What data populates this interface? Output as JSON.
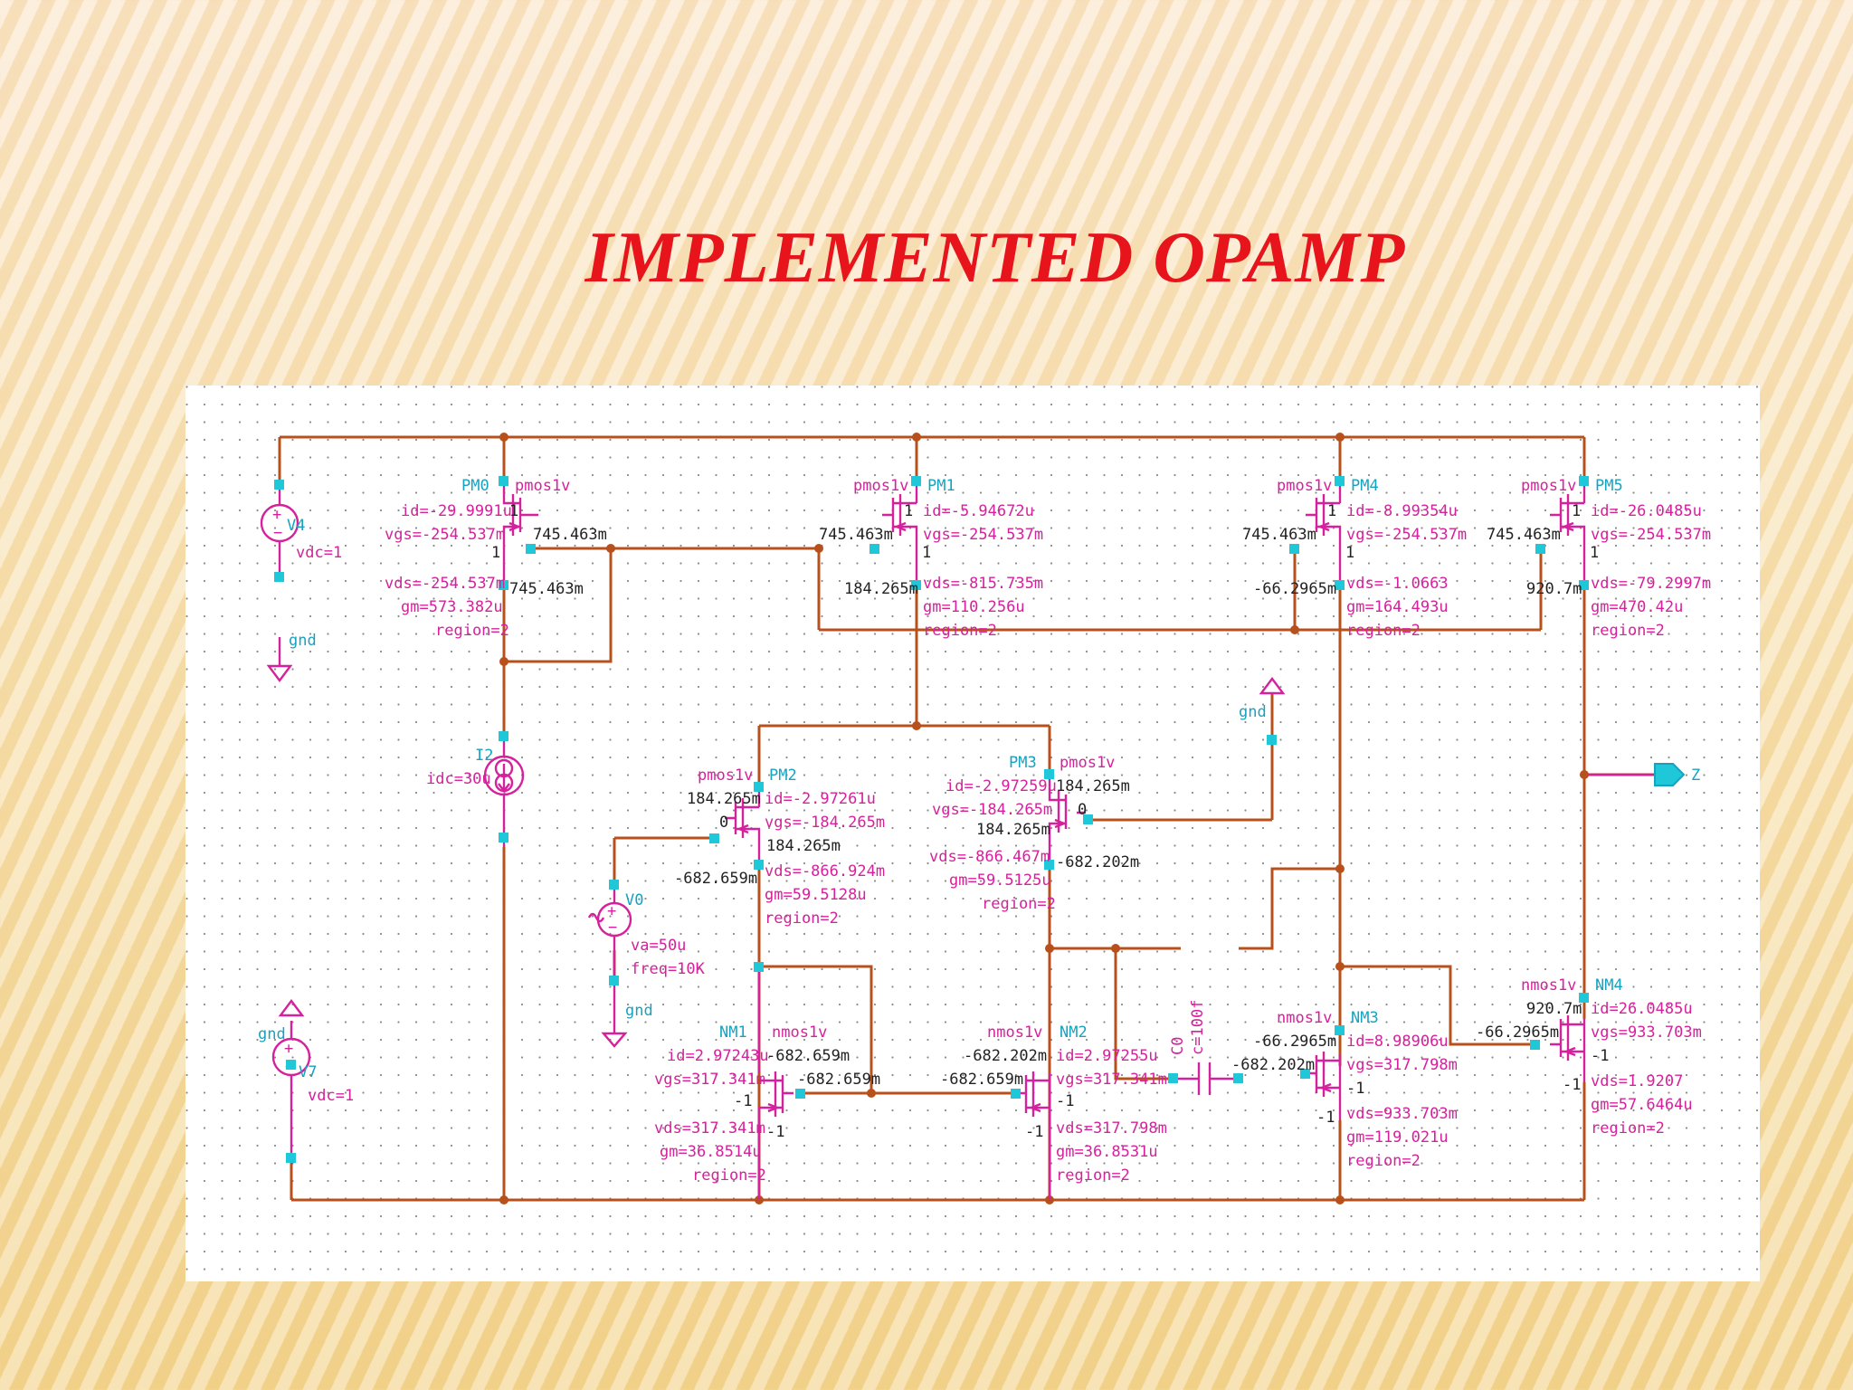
{
  "slide": {
    "title": "IMPLEMENTED OPAMP"
  },
  "colors": {
    "title": "#e8141c",
    "wire": "#b8501c",
    "symbol": "#d6219c",
    "instance": "#16a3c0",
    "value": "#222222"
  },
  "devices": {
    "pm0": {
      "name": "PM0",
      "model": "pmos1v",
      "id": "id=-29.9991u",
      "vgs": "vgs=-254.537m",
      "vds": "vds=-254.537m",
      "gm": "gm=573.382u",
      "region": "region=2",
      "v1": "745.463m",
      "v2": "745.463m",
      "b1": "1",
      "b2": "1"
    },
    "pm1": {
      "name": "PM1",
      "model": "pmos1v",
      "id": "id=-5.94672u",
      "vgs": "vgs=-254.537m",
      "vds": "vds=-815.735m",
      "gm": "gm=110.256u",
      "region": "region=2",
      "v1": "745.463m",
      "v2": "184.265m",
      "b1": "1",
      "b2": "1"
    },
    "pm4": {
      "name": "PM4",
      "model": "pmos1v",
      "id": "id=-8.99354u",
      "vgs": "vgs=-254.537m",
      "vds": "vds=-1.0663",
      "gm": "gm=164.493u",
      "region": "region=2",
      "v1": "745.463m",
      "v2": "-66.2965m",
      "b1": "1",
      "b2": "1"
    },
    "pm5": {
      "name": "PM5",
      "model": "pmos1v",
      "id": "id=-26.0485u",
      "vgs": "vgs=-254.537m",
      "vds": "vds=-79.2997m",
      "gm": "gm=470.42u",
      "region": "region=2",
      "v1": "745.463m",
      "v2": "920.7m",
      "b1": "1",
      "b2": "1"
    },
    "pm2": {
      "name": "PM2",
      "model": "pmos1v",
      "id": "id=-2.97261u",
      "vgs": "vgs=-184.265m",
      "vds": "vds=-866.924m",
      "gm": "gm=59.5128u",
      "region": "region=2",
      "v1": "184.265m",
      "v2": "0",
      "v3": "184.265m",
      "v4": "-682.659m"
    },
    "pm3": {
      "name": "PM3",
      "model": "pmos1v",
      "id": "id=-2.97259u",
      "vgs": "vgs=-184.265m",
      "vds": "vds=-866.467m",
      "gm": "gm=59.5125u",
      "region": "region=2",
      "v1": "184.265m",
      "v2": "0",
      "v3": "184.265m",
      "v4": "-682.202m"
    },
    "nm1": {
      "name": "NM1",
      "model": "nmos1v",
      "id": "id=2.97243u",
      "vgs": "vgs=317.341m",
      "vds": "vds=317.341m",
      "gm": "gm=36.8514u",
      "region": "region=2",
      "v1": "-682.659m",
      "v2": "-682.659m",
      "v3": "-1",
      "v4": "-1"
    },
    "nm2": {
      "name": "NM2",
      "model": "nmos1v",
      "id": "id=2.97255u",
      "vgs": "vgs=317.341m",
      "vds": "vds=317.798m",
      "gm": "gm=36.8531u",
      "region": "region=2",
      "v1": "-682.202m",
      "v2": "-682.659m",
      "v3": "-1",
      "v4": "-1"
    },
    "nm3": {
      "name": "NM3",
      "model": "nmos1v",
      "id": "id=8.98906u",
      "vgs": "vgs=317.798m",
      "vds": "vds=933.703m",
      "gm": "gm=119.021u",
      "region": "region=2",
      "v1": "-66.2965m",
      "v2": "-682.202m",
      "v3": "-1",
      "v4": "-1"
    },
    "nm4": {
      "name": "NM4",
      "model": "nmos1v",
      "id": "id=26.0485u",
      "vgs": "vgs=933.703m",
      "vds": "vds=1.9207",
      "gm": "gm=57.6464u",
      "region": "region=2",
      "v1": "920.7m",
      "v2": "-66.2965m",
      "v3": "-1",
      "v4": "-1"
    }
  },
  "sources": {
    "v4": {
      "name": "V4",
      "value": "vdc=1",
      "gnd": "gnd"
    },
    "v7": {
      "name": "V7",
      "value": "vdc=1",
      "gnd": "gnd"
    },
    "i2": {
      "name": "I2",
      "value": "idc=30u"
    },
    "v0": {
      "name": "V0",
      "va": "va=50u",
      "freq": "freq=10K",
      "gnd": "gnd"
    },
    "c0": {
      "name": "C0",
      "value": "c=100f"
    },
    "gnd_top": "gnd",
    "output": "Z"
  }
}
